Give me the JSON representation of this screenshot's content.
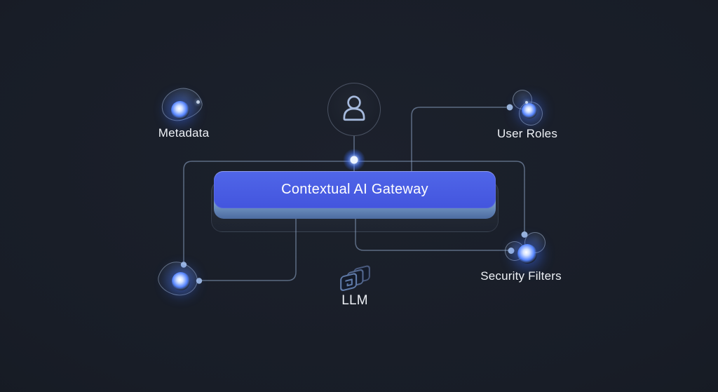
{
  "labels": {
    "gateway": "Contextual AI Gateway",
    "metadata": "Metadata",
    "user_roles": "User Roles",
    "security_filters": "Security Filters",
    "llm": "LLM"
  },
  "icons": {
    "person": "person-icon",
    "metadata": "blob-orb-icon",
    "user_roles": "double-blob-orb-icon",
    "data_source": "blob-orb-icon",
    "llm": "stacked-layers-icon",
    "security_filters": "tri-blob-orb-icon"
  },
  "colors": {
    "background": "#181d27",
    "bg_center": "#1c212c",
    "gateway_blue": "#4355de",
    "gateway_band": "#8fb4dc",
    "glow_blue": "#5584ff",
    "line": "#94acce",
    "text": "#eef1f6"
  }
}
